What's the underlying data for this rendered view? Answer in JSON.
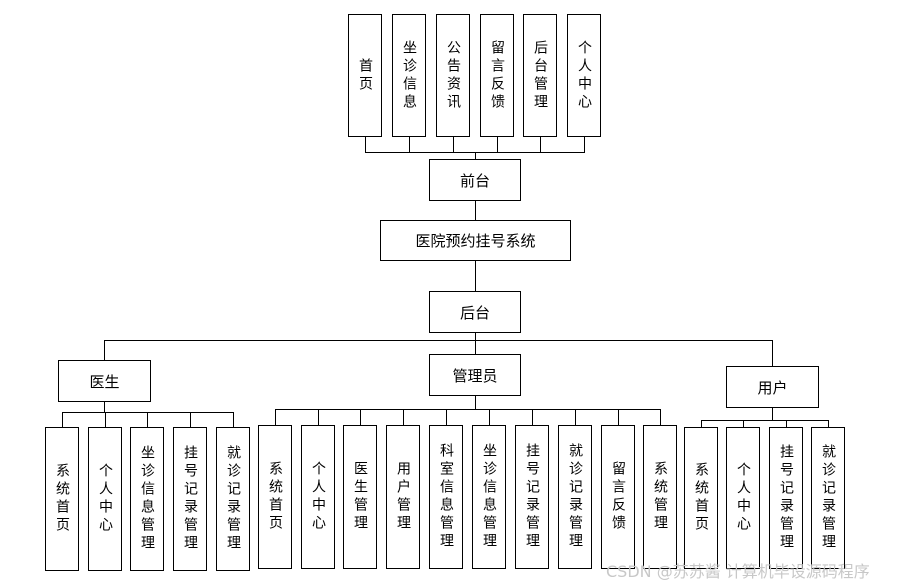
{
  "diagram": {
    "front_items": [
      "首页",
      "坐诊信息",
      "公告资讯",
      "留言反馈",
      "后台管理",
      "个人中心"
    ],
    "front_label": "前台",
    "system_label": "医院预约挂号系统",
    "back_label": "后台",
    "doctor": {
      "label": "医生",
      "items": [
        "系统首页",
        "个人中心",
        "坐诊信息管理",
        "挂号记录管理",
        "就诊记录管理"
      ]
    },
    "admin": {
      "label": "管理员",
      "items": [
        "系统首页",
        "个人中心",
        "医生管理",
        "用户管理",
        "科室信息管理",
        "坐诊信息管理",
        "挂号记录管理",
        "就诊记录管理",
        "留言反馈",
        "系统管理"
      ]
    },
    "user": {
      "label": "用户",
      "items": [
        "系统首页",
        "个人中心",
        "挂号记录管理",
        "就诊记录管理"
      ]
    }
  },
  "watermark": "CSDN @苏苏酱     计算机毕设源码程序"
}
